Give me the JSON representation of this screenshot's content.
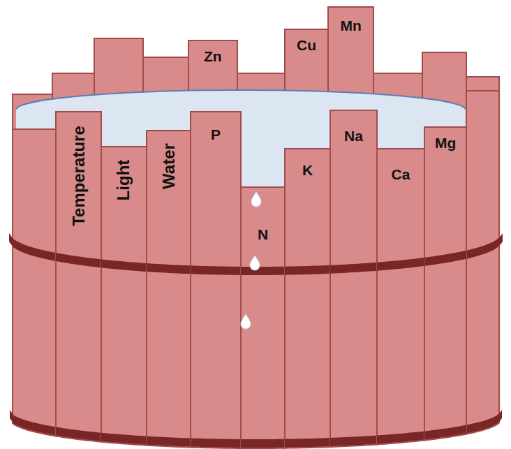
{
  "diagram": {
    "nodes": [
      {
        "text": [
          "Zn"
        ]
      },
      {
        "text": [
          "Cu"
        ]
      },
      {
        "text": [
          "Mn"
        ]
      },
      {
        "text": [
          "Temperature"
        ]
      },
      {
        "text": [
          "Light"
        ]
      },
      {
        "text": [
          "Water"
        ]
      },
      {
        "text": [
          "P"
        ]
      },
      {
        "text": [
          "N"
        ]
      },
      {
        "text": [
          "K"
        ]
      },
      {
        "text": [
          "Na"
        ]
      },
      {
        "text": [
          "Ca"
        ]
      },
      {
        "text": [
          "Mg"
        ]
      }
    ]
  }
}
